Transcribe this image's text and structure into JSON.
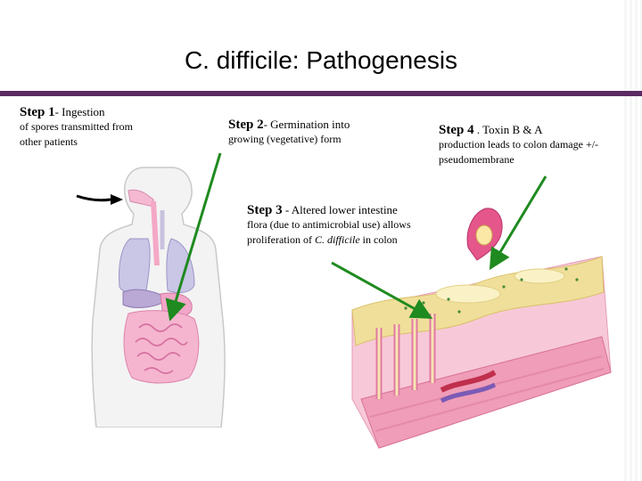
{
  "slide": {
    "title": "C. difficile: Pathogenesis",
    "colors": {
      "rule": "#5c2a63",
      "arrow": "#1f8a1f"
    }
  },
  "steps": [
    {
      "head": "Step 1",
      "head_rest": "- Ingestion",
      "body": "of spores transmitted from other patients"
    },
    {
      "head": "Step 2",
      "head_rest": "- Germination into",
      "body": "growing (vegetative) form"
    },
    {
      "head": "Step 3",
      "head_rest": " -  Altered lower intestine",
      "body_pre": "flora (due to antimicrobial use) allows proliferation of ",
      "body_em": "C. difficile",
      "body_post": " in colon"
    },
    {
      "head": "Step 4",
      "head_rest": " . Toxin B & A",
      "body": "production leads to colon damage +/- pseudomembrane"
    }
  ],
  "illustrations": {
    "left": "human-digestive-system-illustration",
    "right": "colon-wall-cross-section-illustration"
  }
}
